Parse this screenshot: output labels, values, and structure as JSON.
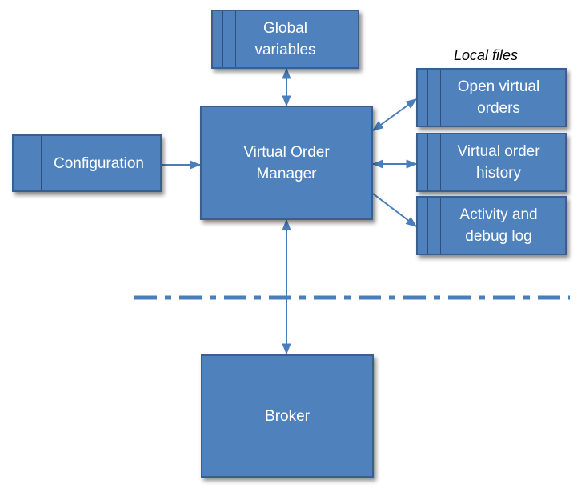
{
  "caption": "Local files",
  "boxes": {
    "global_variables": "Global\nvariables",
    "virtual_order_manager": "Virtual Order\nManager",
    "configuration": "Configuration",
    "open_virtual_orders": "Open virtual\norders",
    "virtual_order_history": "Virtual order\nhistory",
    "activity_debug_log": "Activity and\ndebug log",
    "broker": "Broker"
  },
  "colors": {
    "box_fill": "#4f81bd",
    "box_border": "#3a5f8c",
    "arrow": "#4a7ebb",
    "separator": "#4a7ebb"
  }
}
